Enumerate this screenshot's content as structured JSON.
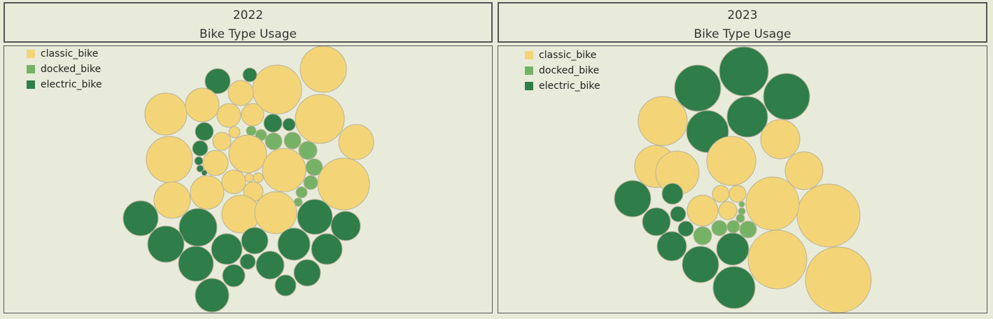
{
  "colors": {
    "classic_bike": "#f3d477",
    "docked_bike": "#76b265",
    "electric_bike": "#2f7d49",
    "stroke": "#b9b39a"
  },
  "legend": [
    "classic_bike",
    "docked_bike",
    "electric_bike"
  ],
  "chart_data": [
    {
      "type": "bubble",
      "title": "2022",
      "subtitle": "Bike Type Usage",
      "series": [
        "classic_bike",
        "docked_bike",
        "electric_bike"
      ]
    },
    {
      "type": "bubble",
      "title": "2023",
      "subtitle": "Bike Type Usage",
      "series": [
        "classic_bike",
        "docked_bike",
        "electric_bike"
      ]
    }
  ]
}
